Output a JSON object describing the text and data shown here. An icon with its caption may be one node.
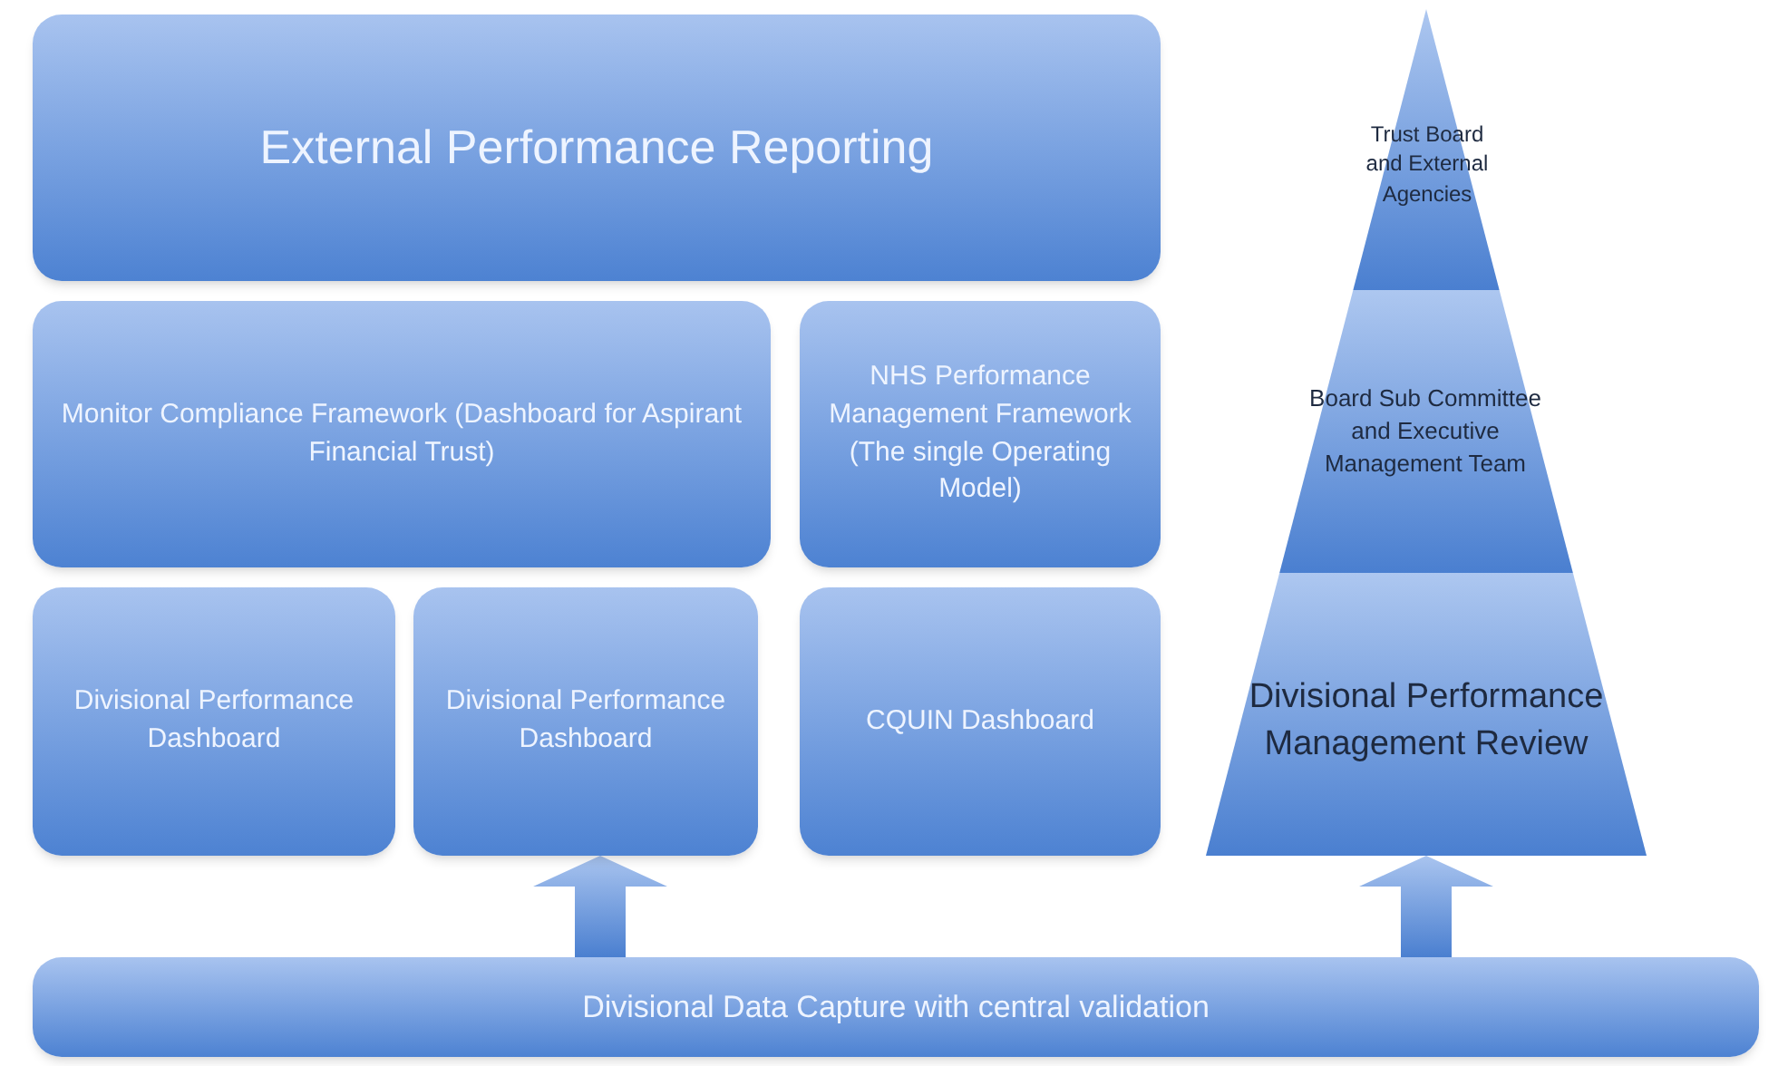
{
  "diagram": {
    "nodes": [
      {
        "text": [
          "External Performance Reporting"
        ]
      },
      {
        "text": [
          "Monitor Compliance Framework (Dashboard for Aspirant Financial Trust)"
        ]
      },
      {
        "text": [
          "NHS Performance Management Framework (The single Operating Model)"
        ]
      },
      {
        "text": [
          "Divisional Performance Dashboard"
        ]
      },
      {
        "text": [
          "Divisional Performance Dashboard"
        ]
      },
      {
        "text": [
          "CQUIN Dashboard"
        ]
      },
      {
        "text": [
          "Trust Board and External Agencies"
        ]
      },
      {
        "text": [
          "Board Sub Committee and Executive Management Team"
        ]
      },
      {
        "text": [
          "Divisional Performance Management Review"
        ]
      },
      {
        "text": [
          "Divisional Data Capture with central validation"
        ]
      }
    ],
    "edges": [
      {
        "from": 9,
        "to": 4,
        "arrow": "to"
      },
      {
        "from": 9,
        "to": 8,
        "arrow": "to"
      }
    ]
  }
}
